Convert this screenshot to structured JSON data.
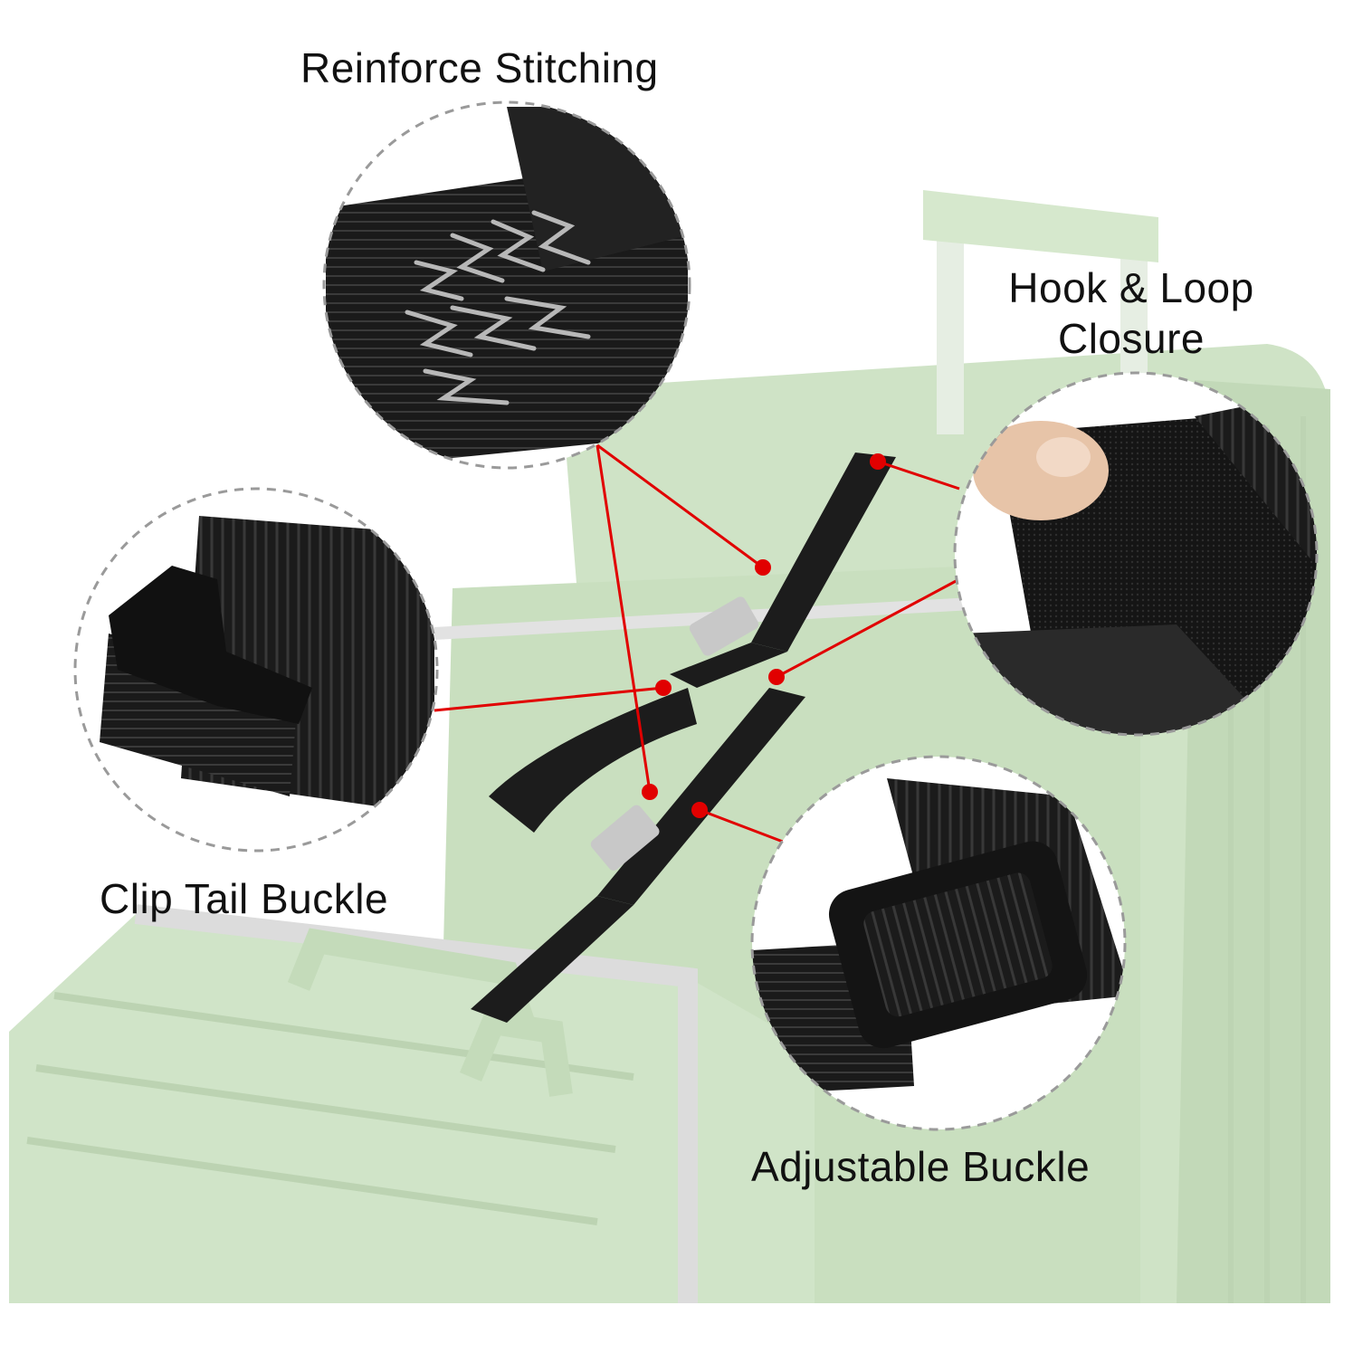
{
  "labels": {
    "reinforce_stitching": "Reinforce Stitching",
    "hook_loop_line1": "Hook & Loop",
    "hook_loop_line2": "Closure",
    "clip_tail_buckle": "Clip Tail Buckle",
    "adjustable_buckle": "Adjustable Buckle"
  },
  "colors": {
    "luggage": "#cfe3c6",
    "luggage_shadow": "#b7cfad",
    "strap": "#1c1c1c",
    "callout_line": "#e10000",
    "circle_border": "#9a9a9a",
    "frame": "#d8d8d8"
  }
}
